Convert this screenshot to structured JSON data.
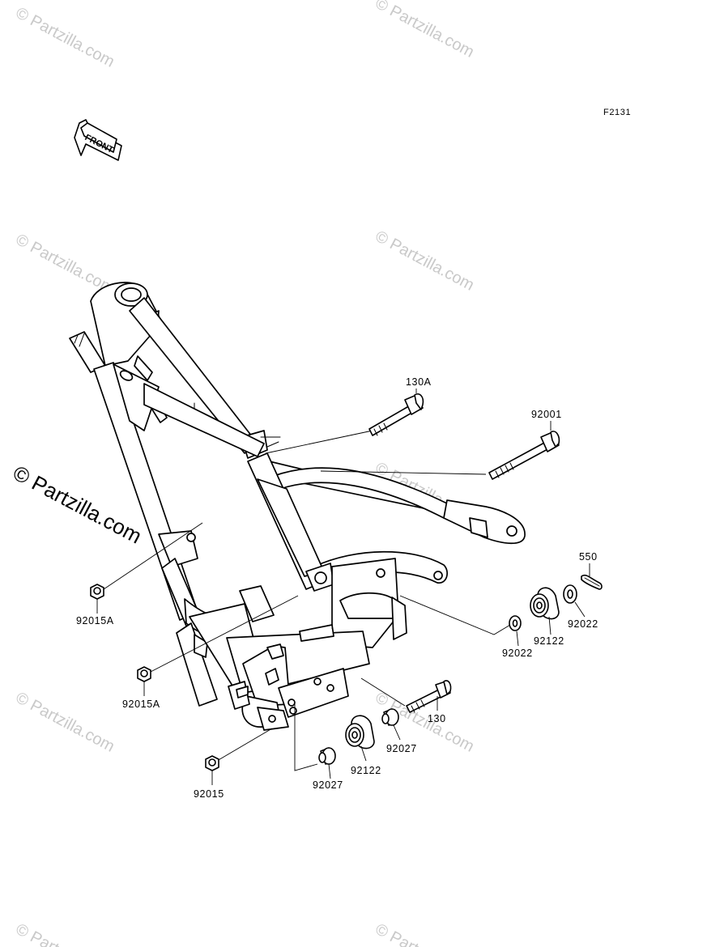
{
  "figure_code": "F2131",
  "front_arrow_label": "FRONT",
  "watermark": {
    "small_text": "© Partzilla.com",
    "large_text": "© Partzilla.com"
  },
  "callouts": {
    "p130A": "130A",
    "p92001": "92001",
    "p550": "550",
    "p92022_right": "92022",
    "p92122_upper": "92122",
    "p92022_left": "92022",
    "p92015A_upper": "92015A",
    "p92015A_lower": "92015A",
    "p130": "130",
    "p92027_right": "92027",
    "p92122_lower": "92122",
    "p92027_left": "92027",
    "p92015": "92015"
  },
  "colors": {
    "line": "#000000",
    "watermark": "#c9c9c9",
    "background": "#ffffff"
  }
}
